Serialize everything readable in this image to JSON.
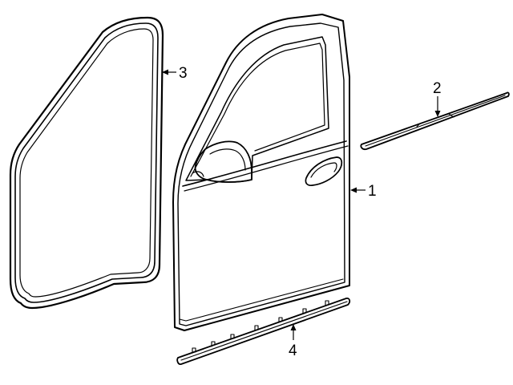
{
  "diagram": {
    "callouts": {
      "door_shell": "1",
      "belt_molding": "2",
      "door_weatherstrip": "3",
      "rocker_molding": "4"
    }
  }
}
